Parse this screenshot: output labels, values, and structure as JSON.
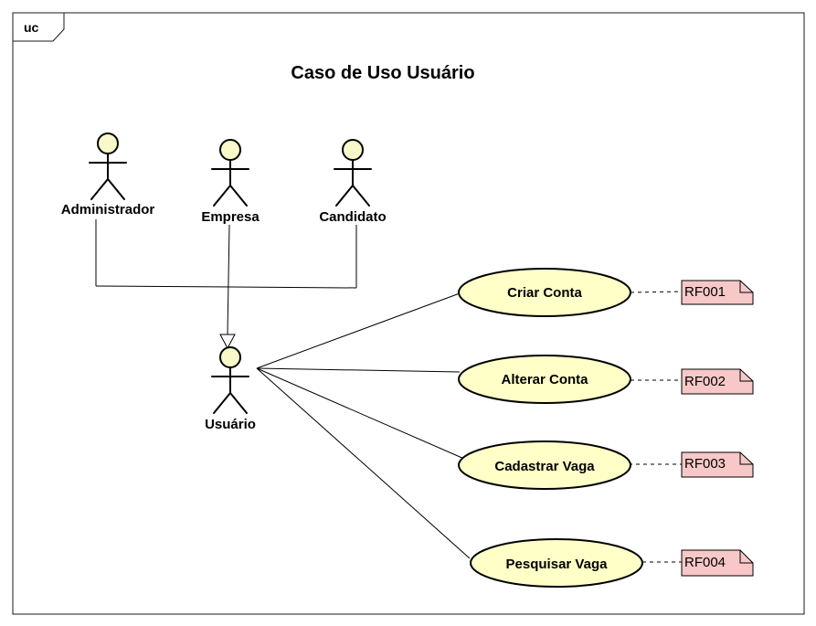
{
  "frame": {
    "tag": "uc"
  },
  "diagram": {
    "title": "Caso de Uso Usuário"
  },
  "actors": [
    {
      "id": "administrador",
      "label": "Administrador"
    },
    {
      "id": "empresa",
      "label": "Empresa"
    },
    {
      "id": "candidato",
      "label": "Candidato"
    },
    {
      "id": "usuario",
      "label": "Usuário"
    }
  ],
  "use_cases": [
    {
      "id": "criar-conta",
      "label": "Criar Conta",
      "requirement": "RF001"
    },
    {
      "id": "alterar-conta",
      "label": "Alterar Conta",
      "requirement": "RF002"
    },
    {
      "id": "cadastrar-vaga",
      "label": "Cadastrar Vaga",
      "requirement": "RF003"
    },
    {
      "id": "pesquisar-vaga",
      "label": "Pesquisar Vaga",
      "requirement": "RF004"
    }
  ],
  "colors": {
    "actor_fill": "#f8f8c8",
    "use_case_fill": "#ffffc8",
    "note_fill": "#f8c8c8"
  }
}
